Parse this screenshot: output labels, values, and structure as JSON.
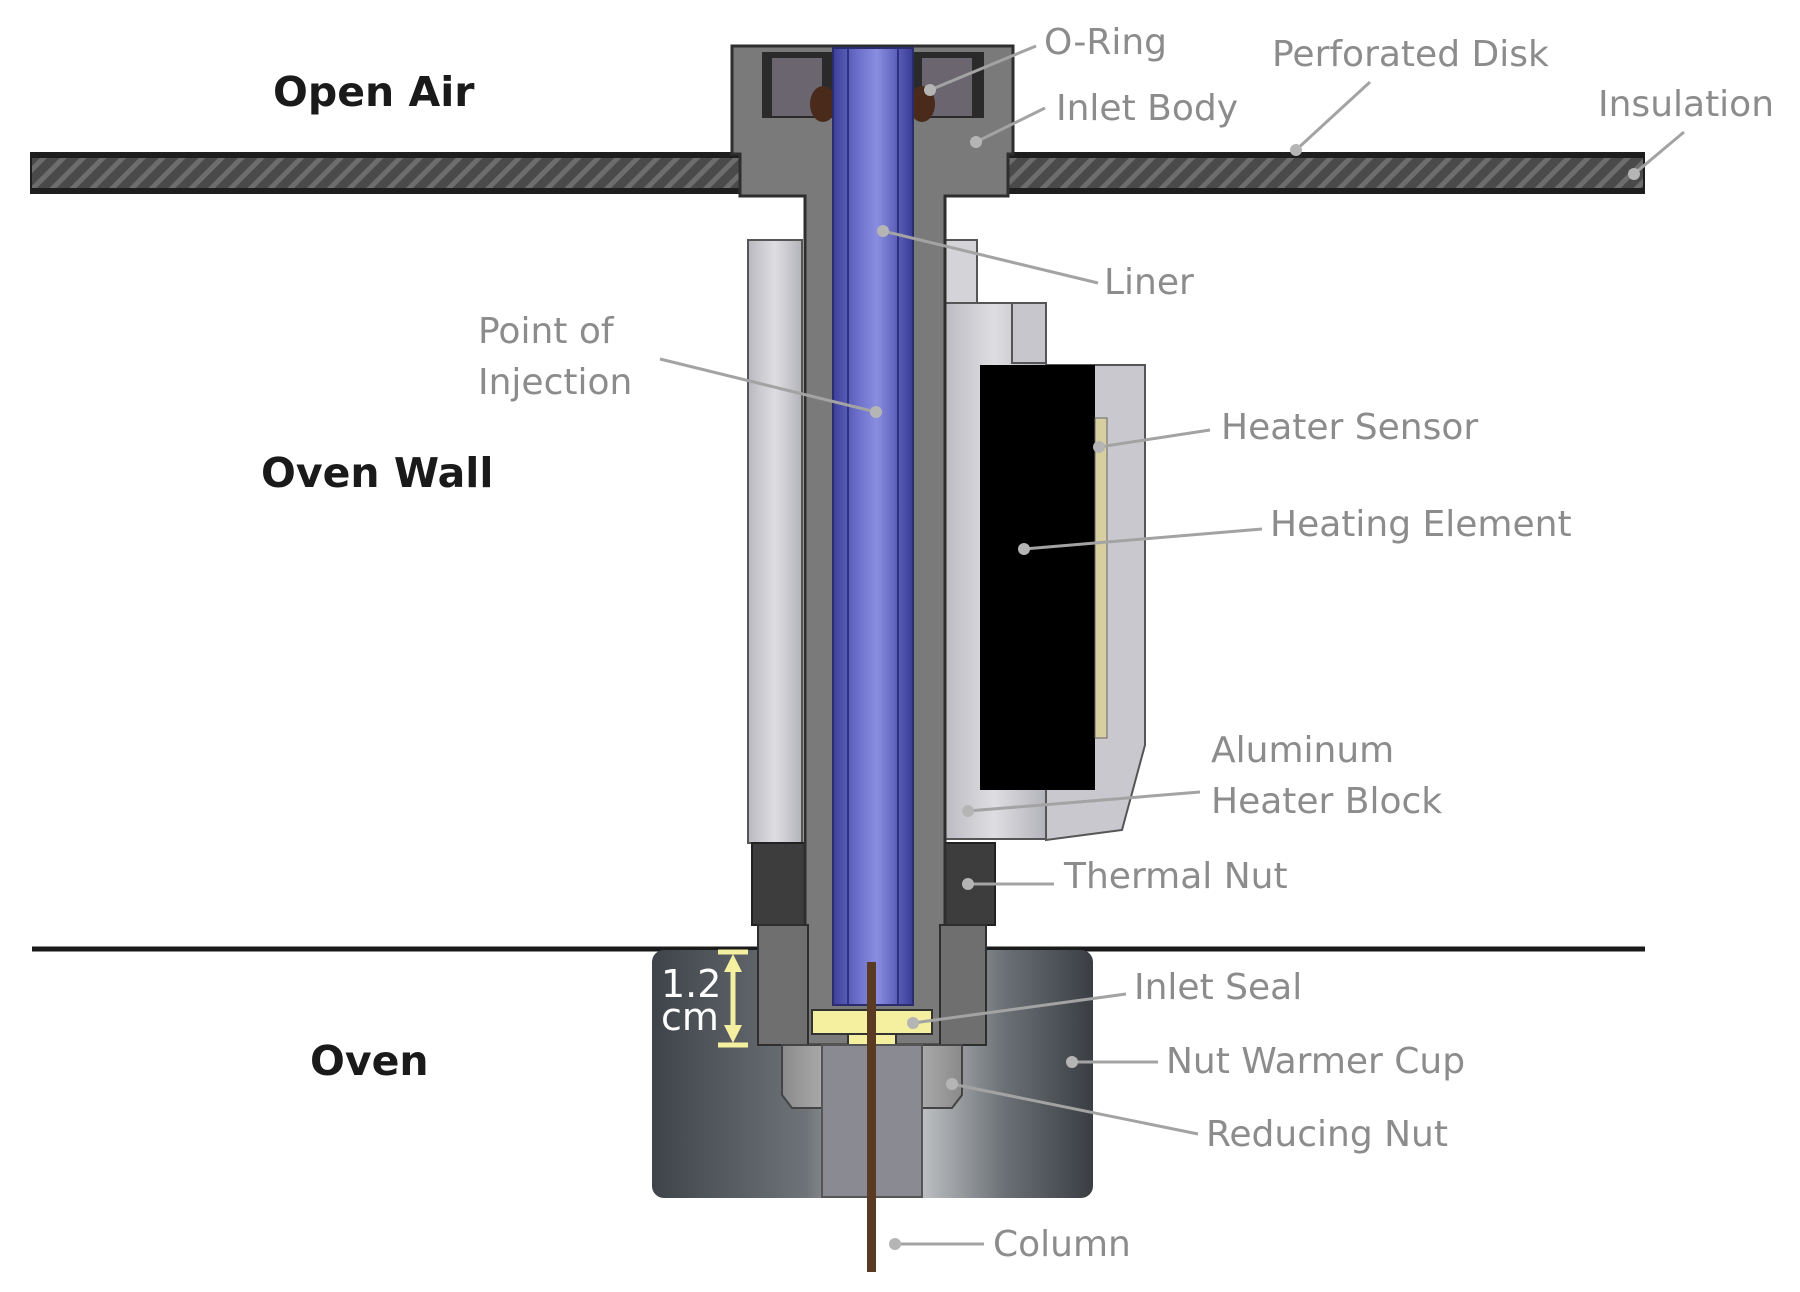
{
  "regions": {
    "open_air": "Open Air",
    "oven_wall": "Oven Wall",
    "oven": "Oven"
  },
  "callouts": {
    "o_ring": "O-Ring",
    "inlet_body": "Inlet Body",
    "perforated_disk": "Perforated Disk",
    "insulation": "Insulation",
    "liner": "Liner",
    "point_of_injection_line1": "Point of",
    "point_of_injection_line2": "Injection",
    "heater_sensor": "Heater Sensor",
    "heating_element": "Heating Element",
    "aluminum_heater_block_line1": "Aluminum",
    "aluminum_heater_block_line2": "Heater Block",
    "thermal_nut": "Thermal Nut",
    "inlet_seal": "Inlet Seal",
    "nut_warmer_cup": "Nut Warmer Cup",
    "reducing_nut": "Reducing Nut",
    "column": "Column"
  },
  "dimension": {
    "value": "1.2",
    "unit": "cm"
  },
  "colors": {
    "liner": "#5b5fb8",
    "inlet_body": "#7a7a7a",
    "heater_block": "#c6c6cc",
    "heating_element": "#000000",
    "thermal_nut": "#3d3d3d",
    "nut_warmer_cup": "#4c5157",
    "inlet_seal": "#f4f0a0",
    "column": "#5a3a22",
    "callout_text": "#8c8c8c",
    "region_text": "#1a1a1a"
  }
}
